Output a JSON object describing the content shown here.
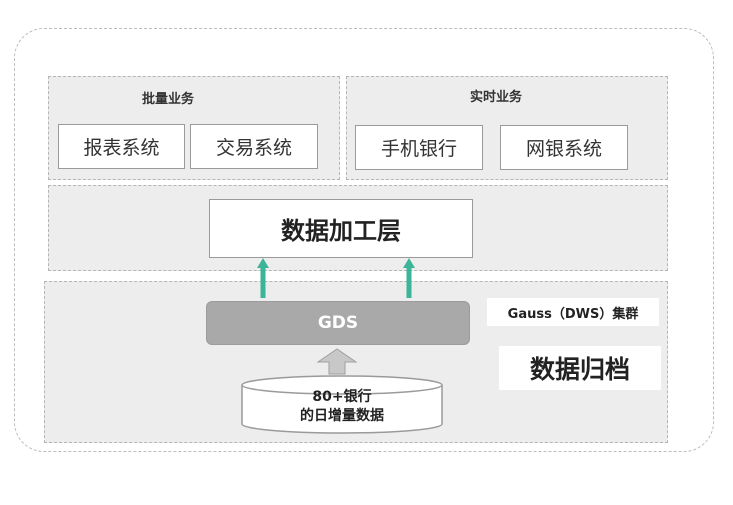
{
  "batch": {
    "title": "批量业务",
    "systems": [
      "报表系统",
      "交易系统"
    ]
  },
  "realtime": {
    "title": "实时业务",
    "systems": [
      "手机银行",
      "网银系统"
    ]
  },
  "processing_layer": "数据加工层",
  "gds": "GDS",
  "cluster_label": "Gauss（DWS）集群",
  "archive_label": "数据归档",
  "source": {
    "line1": "80+银行",
    "line2": "的日增量数据"
  },
  "colors": {
    "panel_bg": "#ededed",
    "arrow_green": "#3cb497",
    "arrow_gray": "#c8c8c8",
    "gds_bg": "#a9a9a9"
  }
}
